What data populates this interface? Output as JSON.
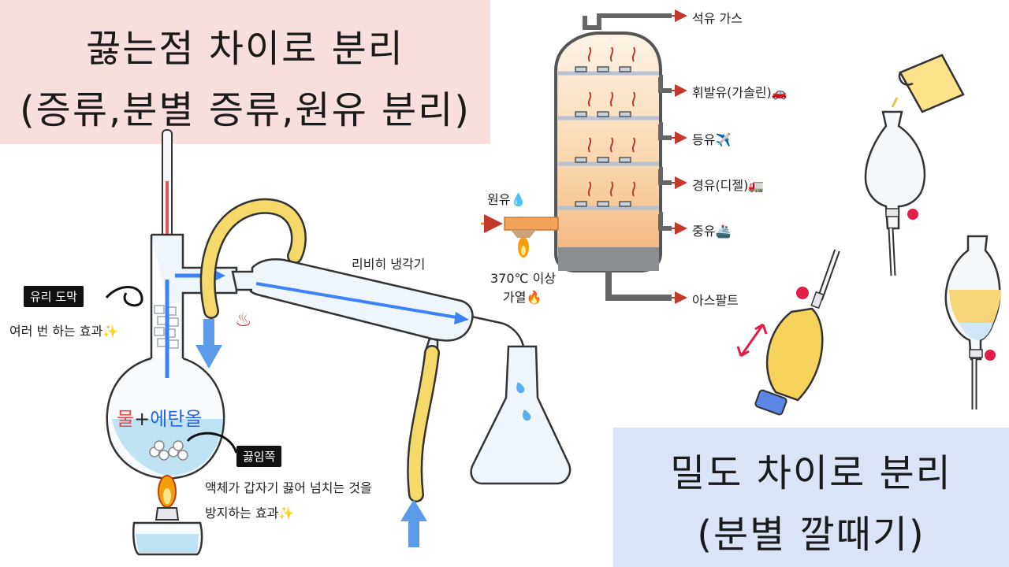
{
  "header": {
    "title_line1": "끓는점 차이로 분리",
    "title_line2": "(증류,분별 증류,원유 분리)"
  },
  "footer_box": {
    "title_line1": "밀도 차이로 분리",
    "title_line2": "(분별 깔때기)"
  },
  "distillation": {
    "condenser_label": "리비히 냉각기",
    "glass_film_tag": "유리 도막",
    "glass_film_desc": "여러 번 하는 효과✨",
    "mixture_water": "물",
    "mixture_plus": "+",
    "mixture_ethanol": "에탄올",
    "boiling_chip_tag": "끓임쪽",
    "boiling_chip_desc1": "액체가 갑자기 끓어 넘치는 것을",
    "boiling_chip_desc2": "방지하는 효과✨",
    "steam_icon": "♨"
  },
  "fractionating_tower": {
    "crude_oil_label": "원유💧",
    "heat_label_1": "370℃ 이상",
    "heat_label_2": "가열🔥",
    "products": [
      "석유 가스",
      "휘발유(가솔린)🚗",
      "등유✈️",
      "경유(디젤)🚛",
      "중유🚢",
      "아스팔트"
    ]
  },
  "colors": {
    "title_bg": "#f9dede",
    "footer_bg": "#dbe3f7",
    "water_blue": "#bfe3f5",
    "arrow_blue": "#3b82f6",
    "rubber_tube": "#f6d96b",
    "flame_orange": "#f59e0b",
    "stopcock_red": "#e11d48",
    "ethanol_text": "#2563eb",
    "water_text": "#ef4444",
    "tower_warm": "#f8c79a"
  }
}
